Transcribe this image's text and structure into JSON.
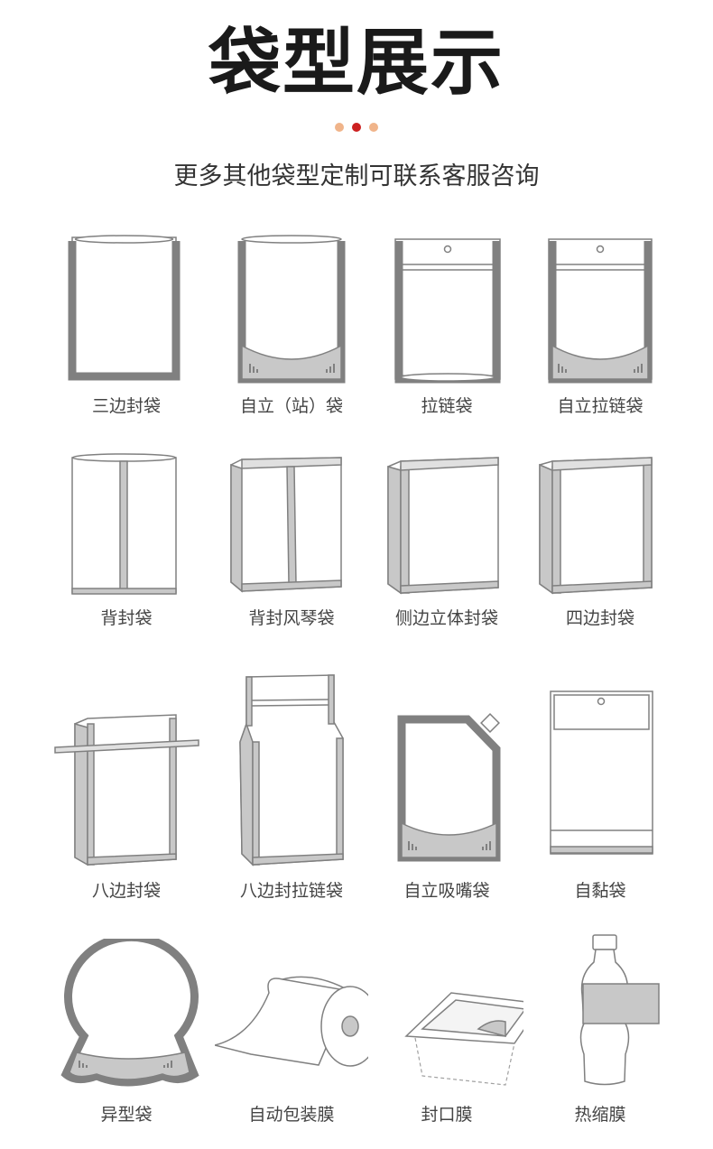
{
  "header": {
    "title": "袋型展示",
    "subtitle": "更多其他袋型定制可联系客服咨询",
    "dot_colors": [
      "#f0b48a",
      "#cc2020",
      "#f0b48a"
    ]
  },
  "colors": {
    "outline": "#808080",
    "fill": "#c8c8c8",
    "accent": "#cc2020"
  },
  "items": [
    {
      "label": "三边封袋",
      "icon": "three-side-seal-bag-icon"
    },
    {
      "label": "自立（站）袋",
      "icon": "stand-up-pouch-icon"
    },
    {
      "label": "拉链袋",
      "icon": "zipper-bag-icon"
    },
    {
      "label": "自立拉链袋",
      "icon": "stand-up-zipper-bag-icon"
    },
    {
      "label": "背封袋",
      "icon": "back-seal-bag-icon"
    },
    {
      "label": "背封风琴袋",
      "icon": "back-seal-gusset-bag-icon"
    },
    {
      "label": "侧边立体封袋",
      "icon": "side-gusset-bag-icon"
    },
    {
      "label": "四边封袋",
      "icon": "four-side-seal-bag-icon"
    },
    {
      "label": "八边封袋",
      "icon": "eight-side-seal-bag-icon"
    },
    {
      "label": "八边封拉链袋",
      "icon": "eight-side-seal-zipper-bag-icon"
    },
    {
      "label": "自立吸嘴袋",
      "icon": "spout-pouch-icon"
    },
    {
      "label": "自黏袋",
      "icon": "self-adhesive-bag-icon"
    },
    {
      "label": "异型袋",
      "icon": "shaped-bag-icon"
    },
    {
      "label": "自动包装膜",
      "icon": "packaging-film-roll-icon"
    },
    {
      "label": "封口膜",
      "icon": "sealing-film-icon"
    },
    {
      "label": "热缩膜",
      "icon": "shrink-film-bottle-icon"
    }
  ]
}
